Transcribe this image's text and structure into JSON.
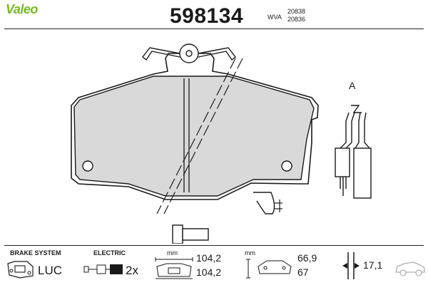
{
  "header": {
    "brand": "Valeo",
    "part_number": "598134",
    "wva_label": "WVA",
    "wva_numbers": [
      "20838",
      "20836"
    ]
  },
  "drawing": {
    "detail_label": "A"
  },
  "specs": {
    "brake_system_label": "BRAKE SYSTEM",
    "brake_system_value": "LUC",
    "electric_label": "ELECTRIC",
    "electric_value": "2x",
    "dim1_unit": "mm",
    "dim1_values": [
      "104,2",
      "104,2"
    ],
    "dim2_unit": "mm",
    "dim2_values": [
      "66,9",
      "67"
    ],
    "thickness_value": "17,1"
  },
  "colors": {
    "brand": "#78b82a",
    "pad_fill": "#d9d9d9",
    "line": "#1a1a1a"
  }
}
